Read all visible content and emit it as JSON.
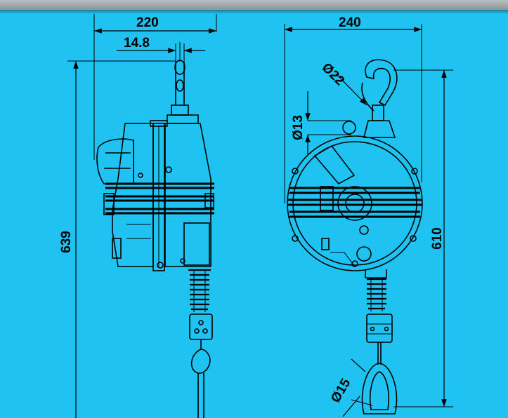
{
  "colors": {
    "background": "#1ec3f2",
    "line": "#000000",
    "frame": "#9aa0a6"
  },
  "dimensions": {
    "side_width": "220",
    "hook_width": "14.8",
    "total_height": "639",
    "front_width": "240",
    "hook_diameter": "Ø22",
    "ring_diameter": "Ø13",
    "body_height": "610",
    "carabiner_diameter": "Ø15"
  },
  "views": {
    "side": "side-view",
    "front": "front-view"
  }
}
